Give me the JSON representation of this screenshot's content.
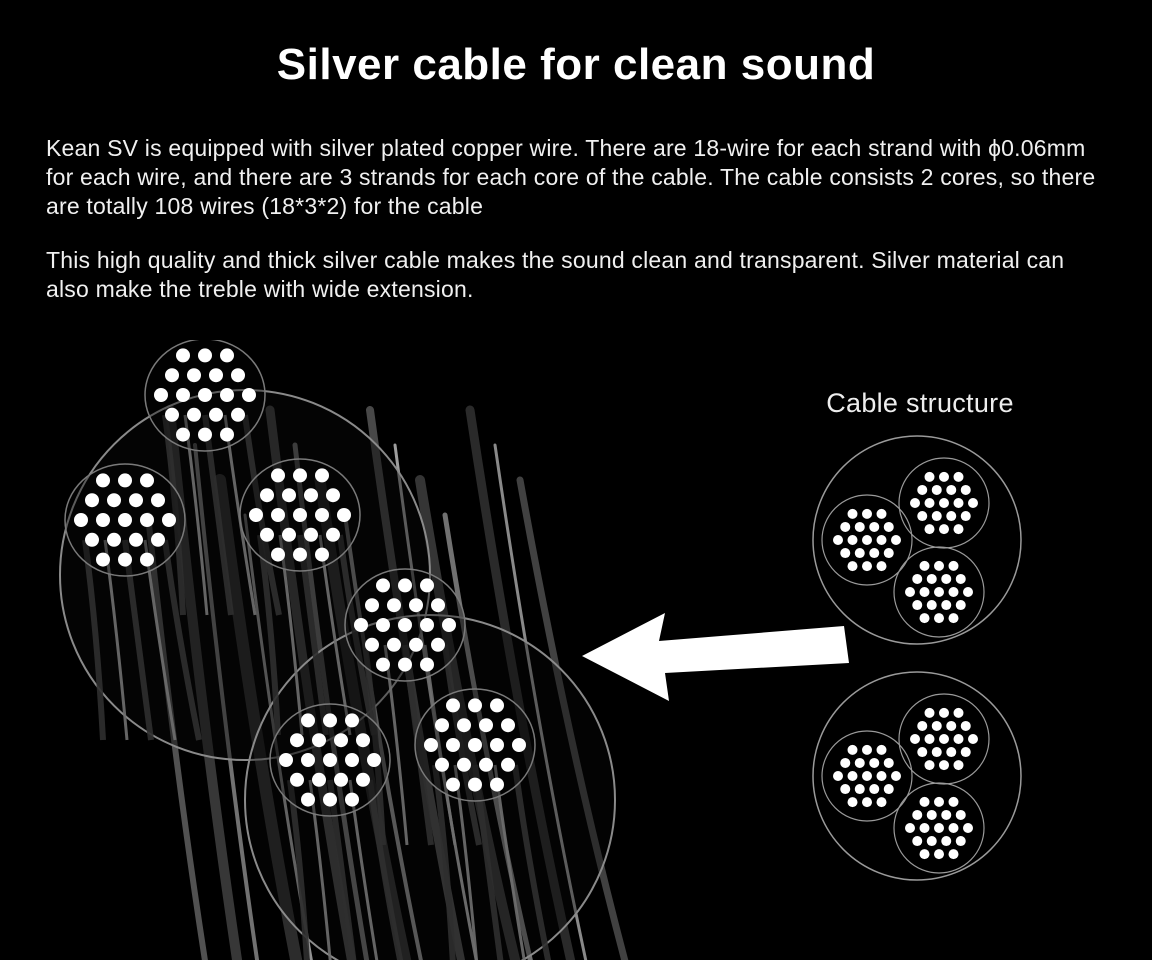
{
  "page": {
    "bg_color": "#000000",
    "text_color": "#f0f0f0",
    "title": "Silver cable for clean sound",
    "paragraph1": "Kean SV is equipped with silver plated copper wire. There are 18-wire for each strand with ϕ0.06mm for each wire, and there are 3 strands for each core of the cable. The cable consists 2 cores, so there are totally 108 wires (18*3*2) for the cable",
    "paragraph2": "This high quality and thick silver cable makes the sound clean and transparent. Silver material can also make the treble with wide extension.",
    "diagram_label": "Cable structure"
  },
  "diagram": {
    "cores": 2,
    "strands_per_core": 3,
    "wires_per_strand": 18,
    "total_wires": 108,
    "dot_color": "#ffffff",
    "outline_color": "#9a9a9a",
    "arrow_color": "#ffffff"
  }
}
